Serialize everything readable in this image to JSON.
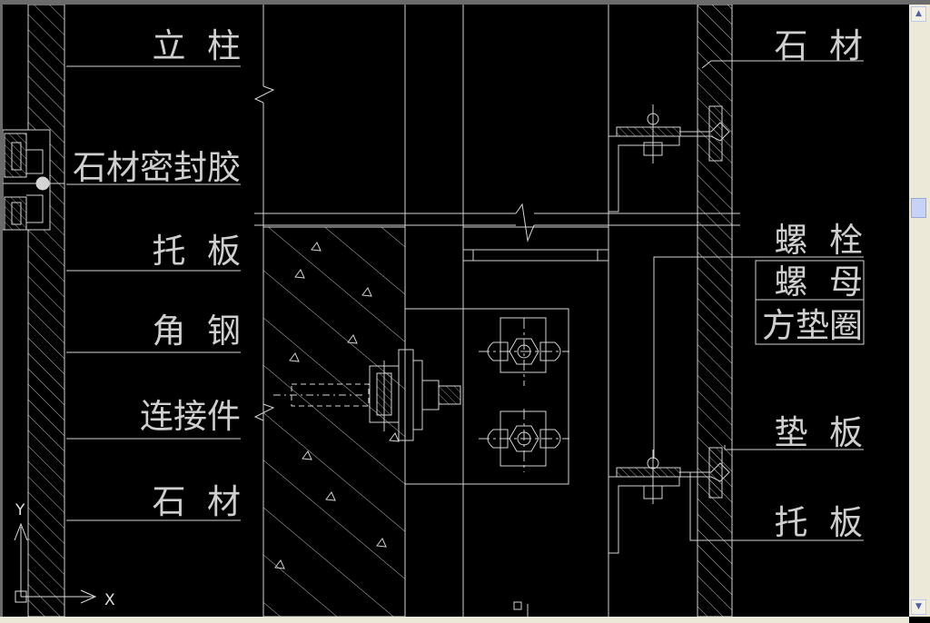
{
  "labels_left": [
    "立  柱",
    "石材密封胶",
    "托  板",
    "角  钢",
    "连接件",
    "石  材"
  ],
  "labels_right": [
    "石  材",
    "螺  栓",
    "螺  母",
    "方垫圈",
    "垫  板",
    "托  板"
  ],
  "ucs": {
    "x_label": "X",
    "y_label": "Y"
  },
  "scrollbar": {
    "up_icon": "▲",
    "down_icon": "▼"
  },
  "colors": {
    "background": "#000000",
    "line": "#d4d4d4",
    "text": "#cfcfcf"
  }
}
